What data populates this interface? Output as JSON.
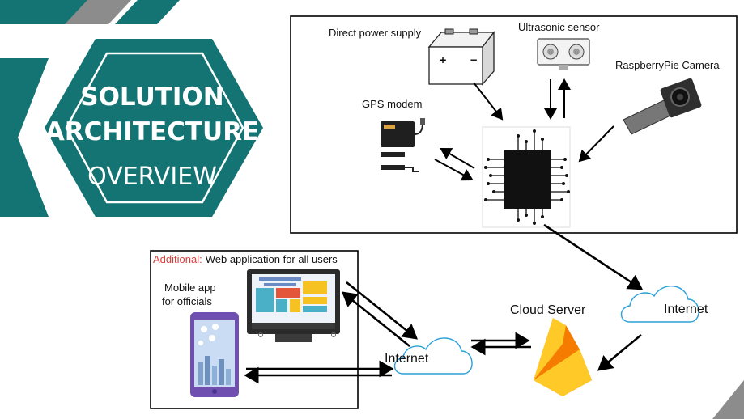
{
  "banner": {
    "title_line1": "SOLUTION",
    "title_line2": "ARCHITECTURE",
    "subtitle": "OVERVIEW"
  },
  "hardware": {
    "power_supply": "Direct power supply",
    "ultrasonic": "Ultrasonic sensor",
    "camera": "RaspberryPie Camera",
    "gps": "GPS modem"
  },
  "clients": {
    "additional_prefix": "Additional:",
    "web_app": "Web application for all users",
    "mobile_line1": "Mobile app",
    "mobile_line2": "for officials"
  },
  "cloud": {
    "server": "Cloud Server",
    "internet_right": "Internet",
    "internet_left": "Internet"
  },
  "colors": {
    "teal": "#147373",
    "accent_red": "#e03b3b",
    "firebase_yellow": "#ffca28",
    "firebase_orange": "#f57c00",
    "cloud_blue": "#2a9fd8"
  }
}
